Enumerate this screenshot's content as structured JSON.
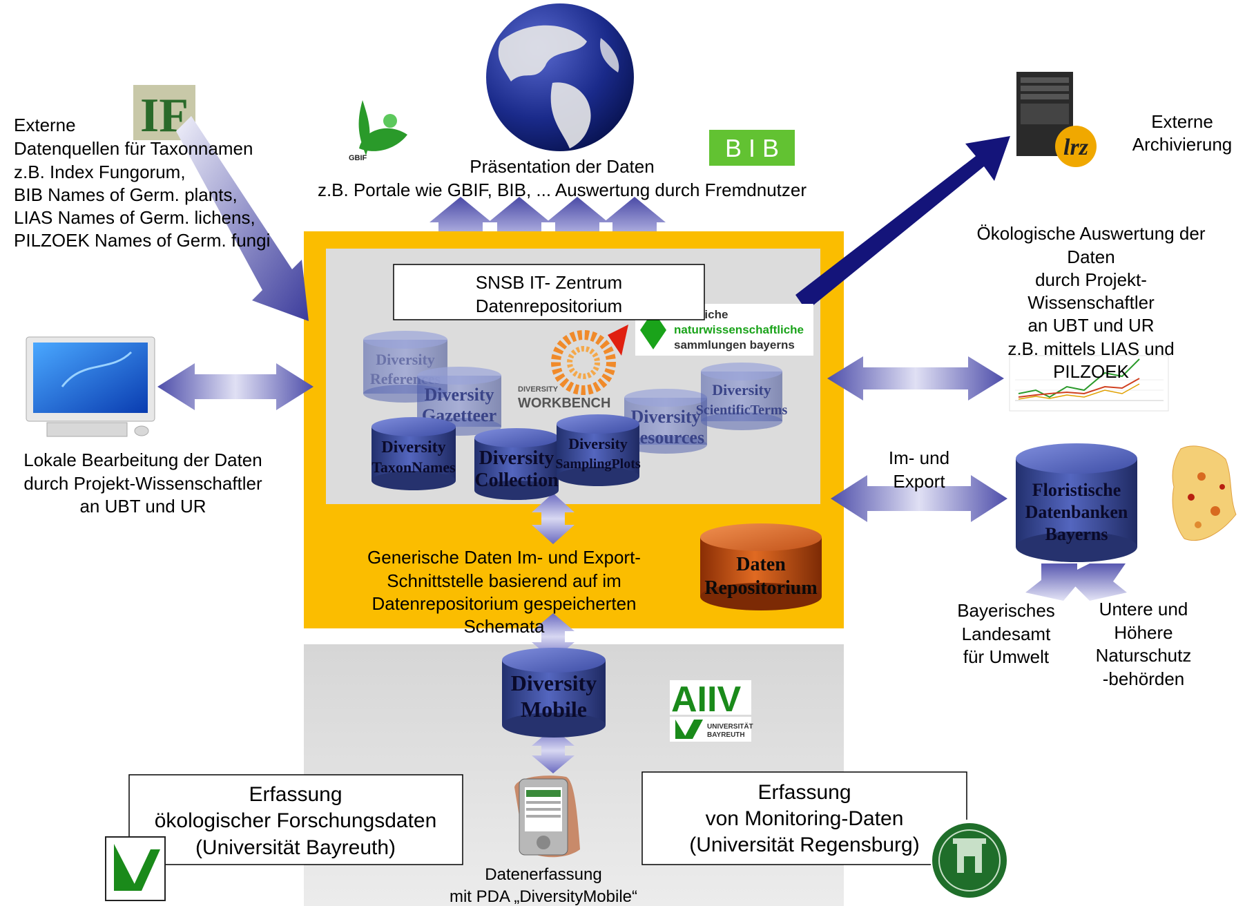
{
  "external_sources": {
    "lines": [
      "Externe",
      "Datenquellen für Taxonnamen",
      "z.B. Index Fungorum,",
      "BIB Names of Germ.  plants,",
      "LIAS Names of Germ. lichens,",
      "PILZOEK Names of Germ. fungi"
    ],
    "logo_text": "IF"
  },
  "gbif_logo": "GBIF",
  "bib_logo": "B I B",
  "presentation": {
    "lines": [
      "Präsentation der Daten",
      "z.B. Portale wie GBIF, BIB, ... Auswertung durch Fremdnutzer"
    ]
  },
  "archive": {
    "lines": [
      "Externe",
      "Archivierung"
    ],
    "logo_text": "lrz"
  },
  "ecological": {
    "lines": [
      "Ökologische Auswertung der",
      "Daten",
      "durch Projekt-",
      "Wissenschaftler",
      "an UBT und UR",
      "z.B. mittels LIAS und",
      "PILZOEK"
    ]
  },
  "snsb": {
    "lines": [
      "SNSB IT- Zentrum",
      "Datenrepositorium"
    ],
    "logo_lines": [
      "staatliche",
      "naturwissenschaftliche",
      "sammlungen bayerns"
    ]
  },
  "workbench": {
    "line1": "DIVERSITY",
    "line2": "WORKBENCH"
  },
  "local": {
    "lines": [
      "Lokale Bearbeitung der Daten",
      "durch Projekt-Wissenschaftler",
      "an UBT und UR"
    ]
  },
  "cylinders": {
    "references": [
      "Diversity",
      "References"
    ],
    "gazetteer": [
      "Diversity",
      "Gazetteer"
    ],
    "taxonnames": [
      "Diversity",
      "TaxonNames"
    ],
    "collection": [
      "Diversity",
      "Collection"
    ],
    "samplingplots": [
      "Diversity",
      "SamplingPlots"
    ],
    "resources": [
      "Diversity",
      "Resources"
    ],
    "scientificterms": [
      "Diversity",
      "ScientificTerms"
    ],
    "repository": [
      "Daten",
      "Repositorium"
    ],
    "floristic": [
      "Floristische",
      "Datenbanken",
      "Bayerns"
    ],
    "mobile": [
      "Diversity",
      "Mobile"
    ]
  },
  "generic_interface": {
    "lines": [
      "Generische Daten Im- und Export-",
      "Schnittstelle basierend auf im",
      "Datenrepositorium gespeicherten",
      "Schemata"
    ]
  },
  "import_export": {
    "lines": [
      "Im- und",
      "Export"
    ]
  },
  "bayerisches": {
    "lines": [
      "Bayerisches",
      "Landesamt",
      "für Umwelt"
    ]
  },
  "naturschutz": {
    "lines": [
      "Untere und",
      "Höhere",
      "Naturschutz",
      "-behörden"
    ]
  },
  "aiv": {
    "logo": "AIIV",
    "uni_lines": [
      "UNIVERSITÄT",
      "BAYREUTH"
    ]
  },
  "erfassung_bayreuth": {
    "lines": [
      "Erfassung",
      "ökologischer Forschungsdaten",
      "(Universität Bayreuth)"
    ]
  },
  "erfassung_regensburg": {
    "lines": [
      "Erfassung",
      "von Monitoring-Daten",
      "(Universität Regensburg)"
    ]
  },
  "pda": {
    "lines": [
      "Datenerfassung",
      "mit PDA „DiversityMobile“"
    ]
  },
  "colors": {
    "orange_panel": "#fbbd00",
    "gray_panel": "#e1e1e1",
    "inner_panel": "#dcdcdc",
    "cylinder_blue": "#3a4a9e",
    "cylinder_orange": "#c04a10",
    "arrow_blue": "#5656b0",
    "archive_arrow": "#14147a",
    "snsb_green": "#1aa31a"
  }
}
